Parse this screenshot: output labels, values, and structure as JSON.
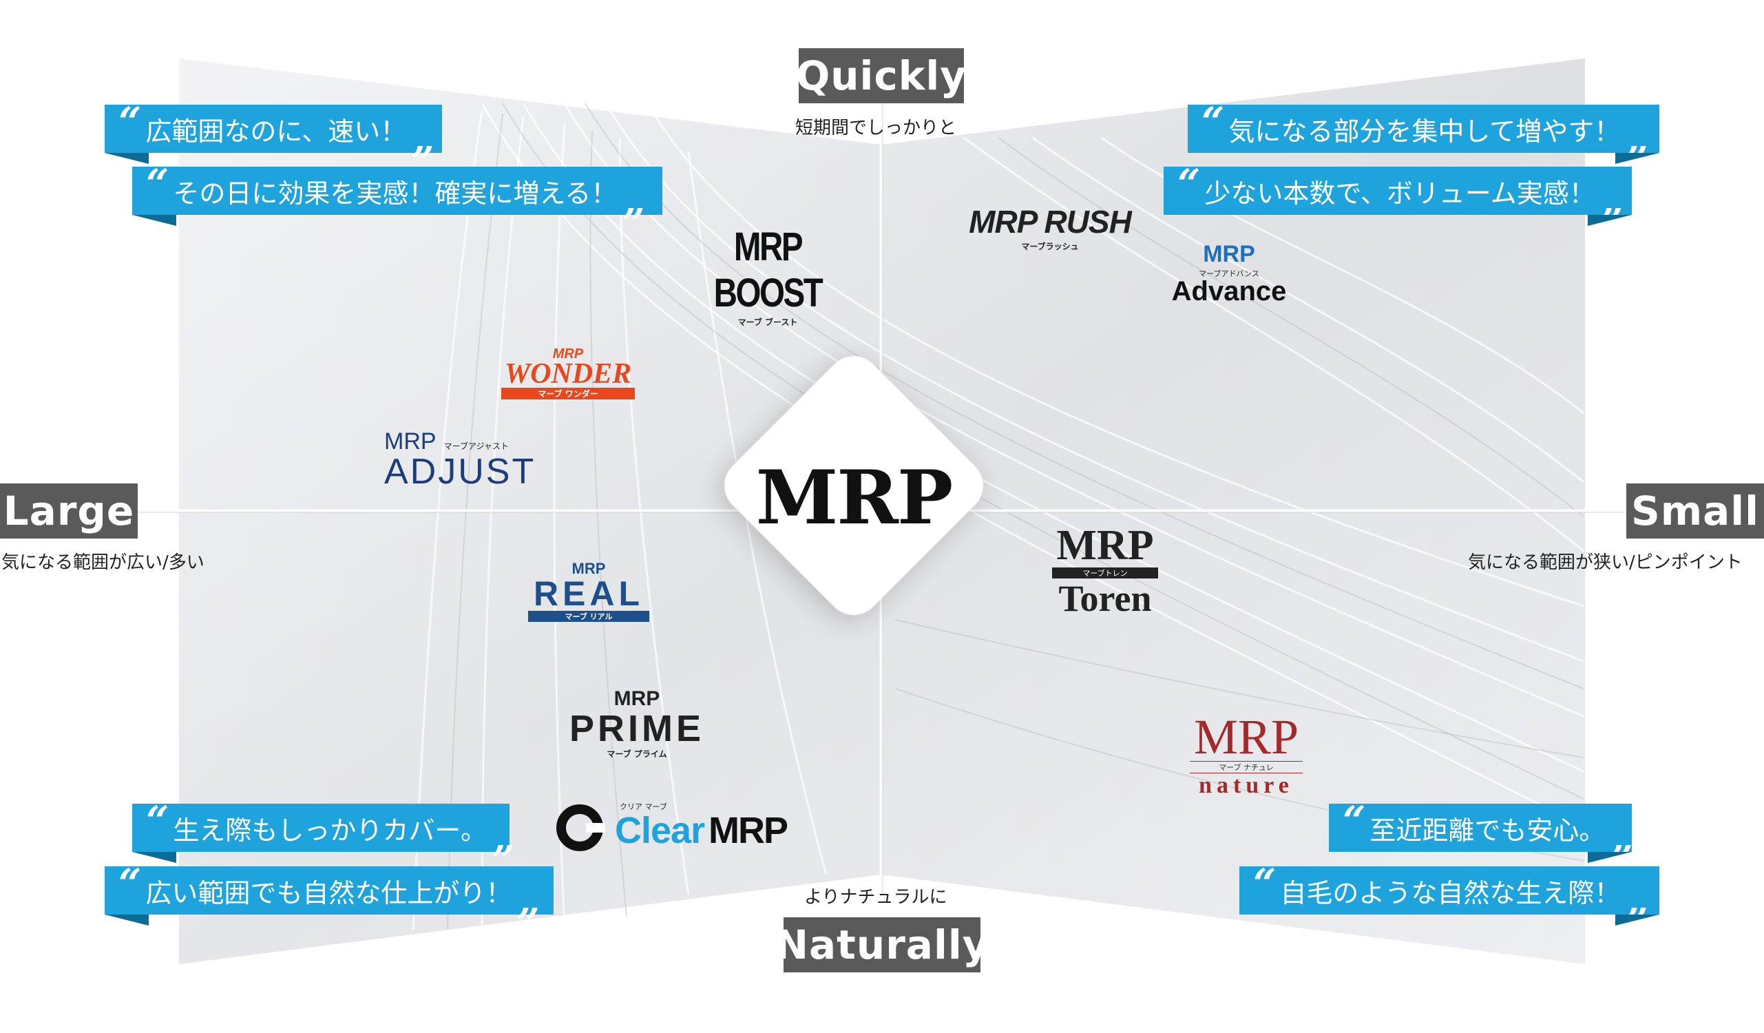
{
  "axes": {
    "top": {
      "label": "Quickly",
      "sub": "短期間でしっかりと"
    },
    "bottom": {
      "label": "Naturally",
      "sub": "よりナチュラルに"
    },
    "left": {
      "label": "Large",
      "sub": "気になる範囲が広い/多い"
    },
    "right": {
      "label": "Small",
      "sub": "気になる範囲が狭い/ピンポイント"
    }
  },
  "center": {
    "label": "MRP"
  },
  "quotes": {
    "top_left": [
      "広範囲なのに、速い！",
      "その日に効果を実感！確実に増える！"
    ],
    "top_right": [
      "気になる部分を集中して増やす！",
      "少ない本数で、ボリューム実感！"
    ],
    "bottom_left": [
      "生え際もしっかりカバー。",
      "広い範囲でも自然な仕上がり！"
    ],
    "bottom_right": [
      "至近距離でも安心。",
      "自毛のような自然な生え際！"
    ]
  },
  "logos": {
    "boost": {
      "name": "MRP BOOST",
      "sub": "マーブ ブースト"
    },
    "rush": {
      "name": "MRP RUSH",
      "sub": "マーブラッシュ"
    },
    "advance_top": {
      "name": "MRP",
      "sub": "マーブアドバンス"
    },
    "advance": {
      "name": "Advance"
    },
    "wonder_top": {
      "name": "MRP"
    },
    "wonder": {
      "name": "WONDER",
      "sub": "マーブ ワンダー"
    },
    "adjust_top": {
      "name": "MRP",
      "sub": "マーブアジャスト"
    },
    "adjust": {
      "name": "ADJUST"
    },
    "real_top": {
      "name": "MRP"
    },
    "real": {
      "name": "REAL",
      "sub": "マーブ リアル"
    },
    "prime_top": {
      "name": "MRP"
    },
    "prime": {
      "name": "PRIME",
      "sub": "マーブ プライム"
    },
    "clear": {
      "name": "Clear",
      "name2": "MRP",
      "sub": "クリア マーブ"
    },
    "toren_top": {
      "name": "MRP",
      "sub": "マーブトレン"
    },
    "toren": {
      "name": "Toren"
    },
    "nature_top": {
      "name": "MRP",
      "sub": "マーブ ナチュレ"
    },
    "nature": {
      "name": "nature"
    }
  },
  "colors": {
    "banner": "#1ea3dc",
    "banner_fold": "#0d6c96",
    "axis_tag": "#5a5a5a",
    "wonder": "#e8481c",
    "real": "#1d4f8c",
    "advance": "#1e6fbf",
    "nature": "#a5282a",
    "adjust": "#1d3d7a"
  }
}
